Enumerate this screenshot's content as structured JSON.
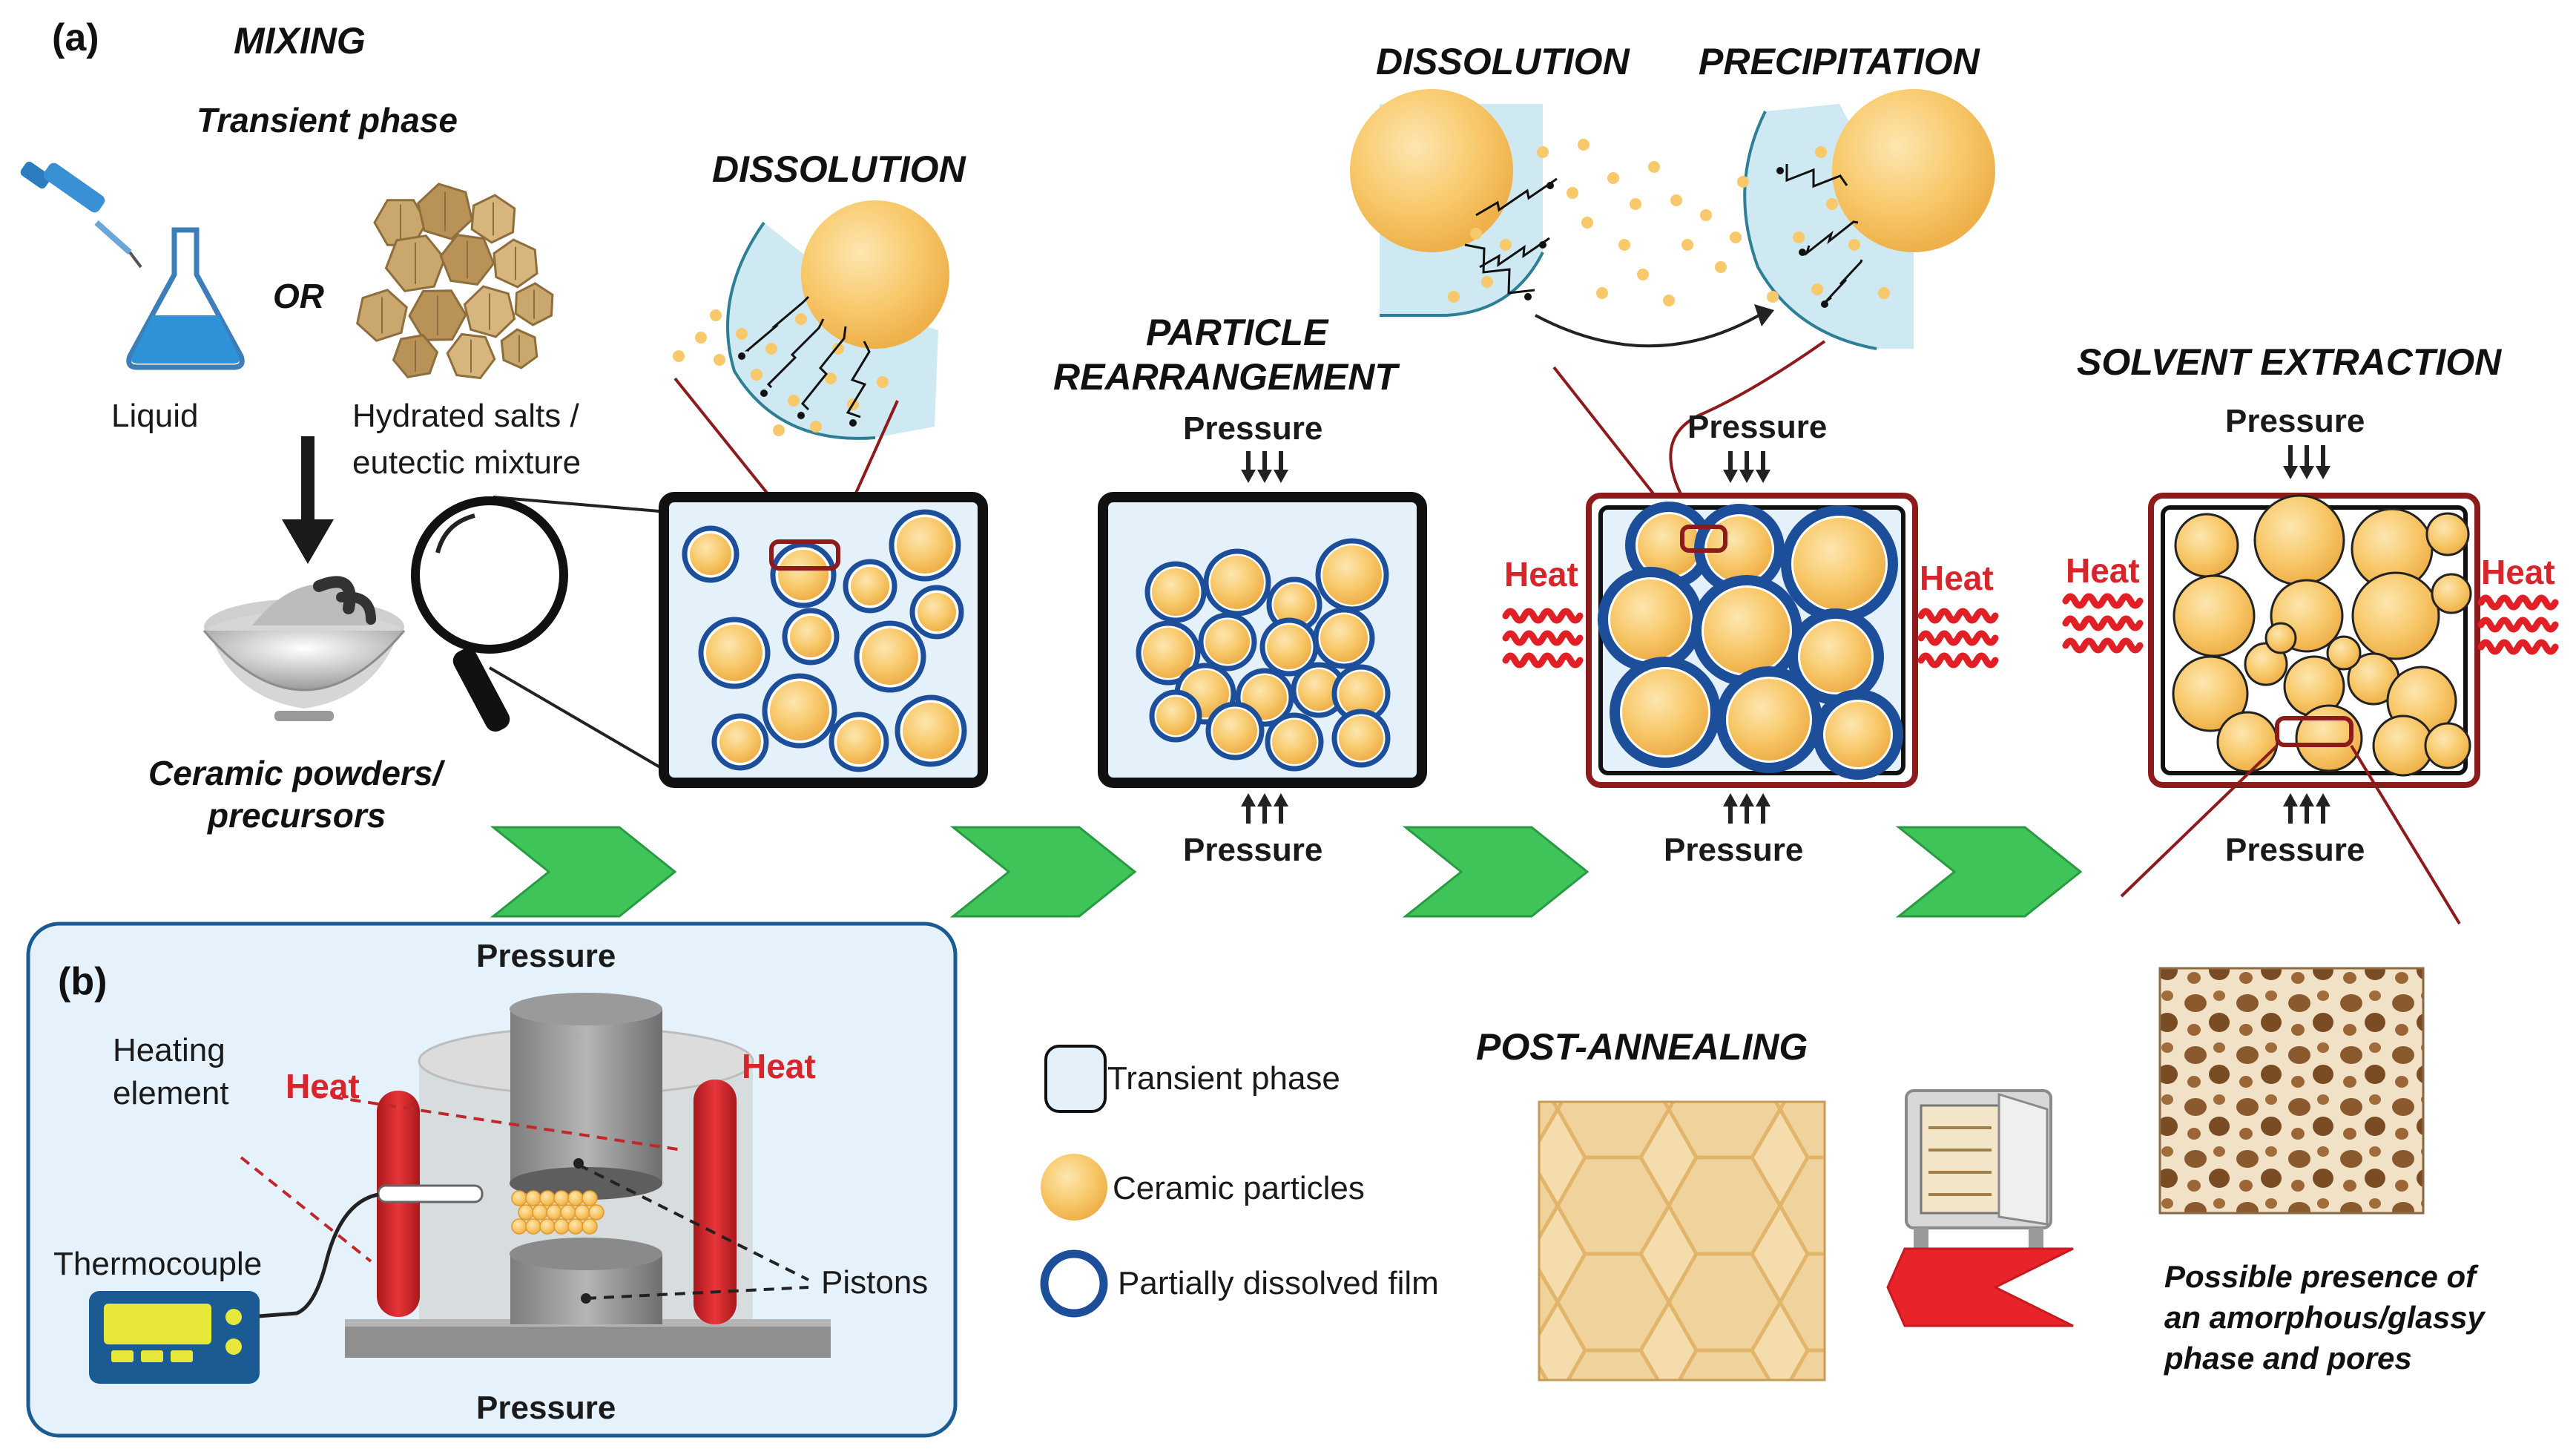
{
  "panels": {
    "a": "(a)",
    "b": "(b)"
  },
  "stages": {
    "mixing": "MIXING",
    "transient_phase": "Transient phase",
    "or_label": "OR",
    "liquid": "Liquid",
    "hydrated_salts_1": "Hydrated salts /",
    "hydrated_salts_2": "eutectic mixture",
    "ceramic_powders_1": "Ceramic powders/",
    "ceramic_powders_2": "precursors",
    "dissolution_1": "DISSOLUTION",
    "particle_1": "PARTICLE",
    "particle_2": "REARRANGEMENT",
    "dissolution_2": "DISSOLUTION",
    "precipitation": "PRECIPITATION",
    "solvent_extraction": "SOLVENT EXTRACTION",
    "post_annealing": "POST-ANNEALING"
  },
  "labels": {
    "pressure": "Pressure",
    "heat": "Heat",
    "heating_element_1": "Heating",
    "heating_element_2": "element",
    "thermocouple": "Thermocouple",
    "pistons": "Pistons"
  },
  "legend": {
    "transient_phase": "Transient phase",
    "ceramic_particles": "Ceramic particles",
    "partially_dissolved_film": "Partially dissolved film"
  },
  "note": {
    "line1": "Possible presence of",
    "line2": "an amorphous/glassy",
    "line3": "phase and  pores"
  },
  "colors": {
    "particle": "#f8c96b",
    "particle_edge": "#eab24e",
    "film": "#1c4e9a",
    "transient": "#e4f1fb",
    "heat": "#e01f26",
    "arrow_green": "#3fc45a",
    "arrow_red": "#e8242a",
    "frame_dark": "#111111",
    "frame_red": "#8d1b1b"
  }
}
